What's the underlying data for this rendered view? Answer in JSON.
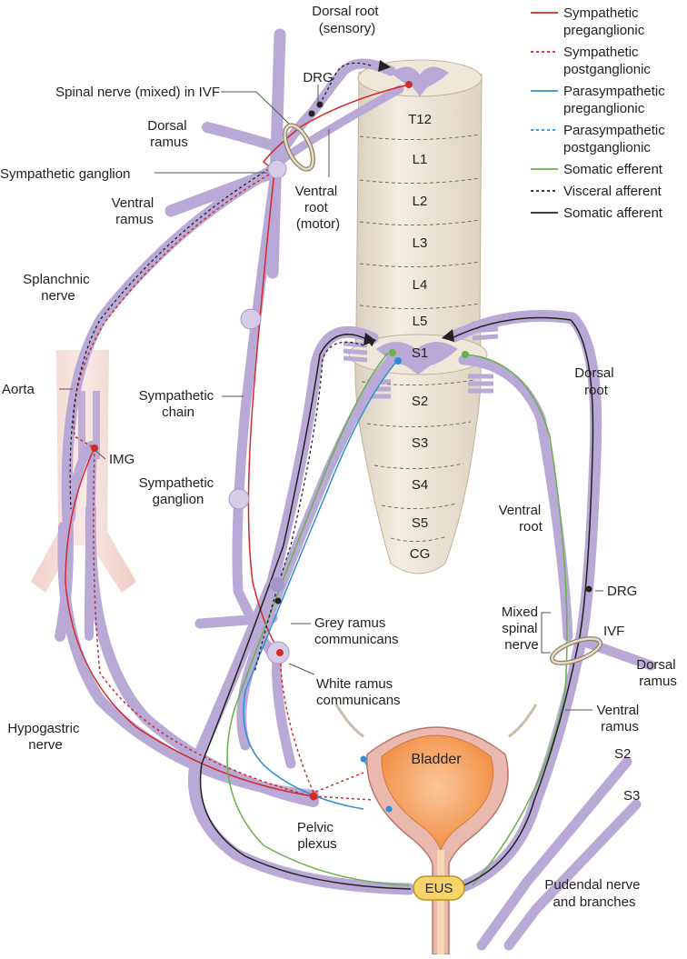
{
  "legend": [
    {
      "label": "Sympathetic preganglionic",
      "lines": [
        "Sympathetic",
        "preganglionic"
      ],
      "color": "#d42a2a",
      "dash": ""
    },
    {
      "label": "Sympathetic postganglionic",
      "lines": [
        "Sympathetic",
        "postganglionic"
      ],
      "color": "#d42a2a",
      "dash": "3,3"
    },
    {
      "label": "Parasympathetic preganglionic",
      "lines": [
        "Parasympathetic",
        "preganglionic"
      ],
      "color": "#2d8fd6",
      "dash": ""
    },
    {
      "label": "Parasympathetic postganglionic",
      "lines": [
        "Parasympathetic",
        "postganglionic"
      ],
      "color": "#2d8fd6",
      "dash": "3,3"
    },
    {
      "label": "Somatic efferent",
      "lines": [
        "Somatic efferent"
      ],
      "color": "#6ab04c",
      "dash": ""
    },
    {
      "label": "Visceral afferent",
      "lines": [
        "Visceral afferent"
      ],
      "color": "#222222",
      "dash": "3,3"
    },
    {
      "label": "Somatic afferent",
      "lines": [
        "Somatic afferent"
      ],
      "color": "#222222",
      "dash": ""
    }
  ],
  "segments": [
    "T12",
    "L1",
    "L2",
    "L3",
    "L4",
    "L5",
    "S1",
    "S2",
    "S3",
    "S4",
    "S5",
    "CG"
  ],
  "labels": {
    "dorsal_root_sensory": [
      "Dorsal root",
      "(sensory)"
    ],
    "spinal_nerve_ivf": "Spinal nerve (mixed) in IVF",
    "drg_top": "DRG",
    "dorsal_ramus_top": [
      "Dorsal",
      "ramus"
    ],
    "sympathetic_ganglion_top": "Sympathetic ganglion",
    "ventral_root_motor": [
      "Ventral",
      "root",
      "(motor)"
    ],
    "ventral_ramus_top": [
      "Ventral",
      "ramus"
    ],
    "splanchnic_nerve": [
      "Splanchnic",
      "nerve"
    ],
    "aorta": "Aorta",
    "sympathetic_chain": [
      "Sympathetic",
      "chain"
    ],
    "img": "IMG",
    "sympathetic_ganglion_mid": [
      "Sympathetic",
      "ganglion"
    ],
    "grey_ramus": [
      "Grey ramus",
      "communicans"
    ],
    "white_ramus": [
      "White ramus",
      "communicans"
    ],
    "hypogastric_nerve": [
      "Hypogastric",
      "nerve"
    ],
    "bladder": "Bladder",
    "pelvic_plexus": [
      "Pelvic",
      "plexus"
    ],
    "eus": "EUS",
    "dorsal_root_right": [
      "Dorsal",
      "root"
    ],
    "ventral_root_right": [
      "Ventral",
      "root"
    ],
    "drg_right": "DRG",
    "mixed_spinal_nerve": [
      "Mixed",
      "spinal",
      "nerve"
    ],
    "ivf": "IVF",
    "dorsal_ramus_right": [
      "Dorsal",
      "ramus"
    ],
    "ventral_ramus_right": [
      "Ventral",
      "ramus"
    ],
    "s2": "S2",
    "s3": "S3",
    "pudendal": [
      "Pudendal nerve",
      "and branches"
    ]
  },
  "colors": {
    "cord": "#ece4d4",
    "grey_matter": "#b8a9d6",
    "nerve": "#b8a9d6",
    "aorta": "#f2d4cf",
    "bladder_wall": "#e6b4a8",
    "bladder_inner": "#f4a05a",
    "eus": "#f7d36a"
  }
}
